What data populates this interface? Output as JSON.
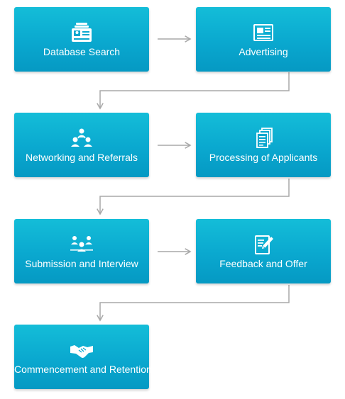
{
  "diagram": {
    "steps": [
      {
        "label": "Database Search",
        "icon": "database-search-icon"
      },
      {
        "label": "Advertising",
        "icon": "newspaper-icon"
      },
      {
        "label": "Networking and Referrals",
        "icon": "people-network-icon"
      },
      {
        "label": "Processing of Applicants",
        "icon": "documents-icon"
      },
      {
        "label": "Submission and Interview",
        "icon": "interview-icon"
      },
      {
        "label": "Feedback and Offer",
        "icon": "edit-document-icon"
      },
      {
        "label": "Commencement and Retention",
        "icon": "handshake-icon"
      }
    ],
    "colors": {
      "box": "#0aa8cf",
      "connector": "#a9a9a9",
      "text": "#ffffff"
    }
  }
}
